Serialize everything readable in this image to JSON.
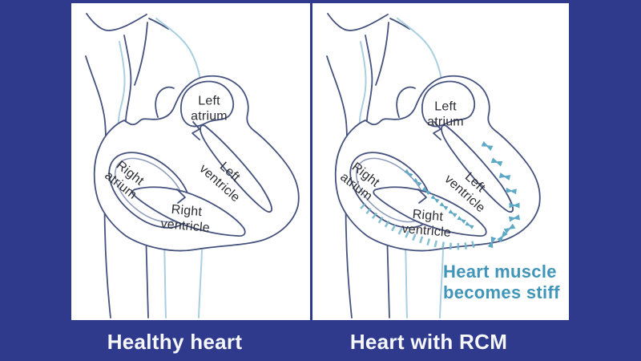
{
  "colors": {
    "background": "#2f3a8d",
    "panel_bg": "#ffffff",
    "outline": "#45527e",
    "outline_light": "#8b9ab9",
    "vessel_blue": "#a9cfe0",
    "stiff_teal": "#5ea9c6",
    "stiff_teal_light": "#74b6cd",
    "annotation_teal": "#4095b8",
    "label_text": "#2c2d34",
    "caption_text": "#f6f7fb"
  },
  "anatomy_labels": {
    "left_atrium": "Left atrium",
    "left_ventricle": "Left ventricle",
    "right_atrium": "Right atrium",
    "right_ventricle": "Right ventricle"
  },
  "panels": {
    "healthy": {
      "caption": "Healthy heart"
    },
    "rcm": {
      "caption": "Heart with RCM",
      "annotation": "Heart muscle becomes stiff"
    }
  }
}
